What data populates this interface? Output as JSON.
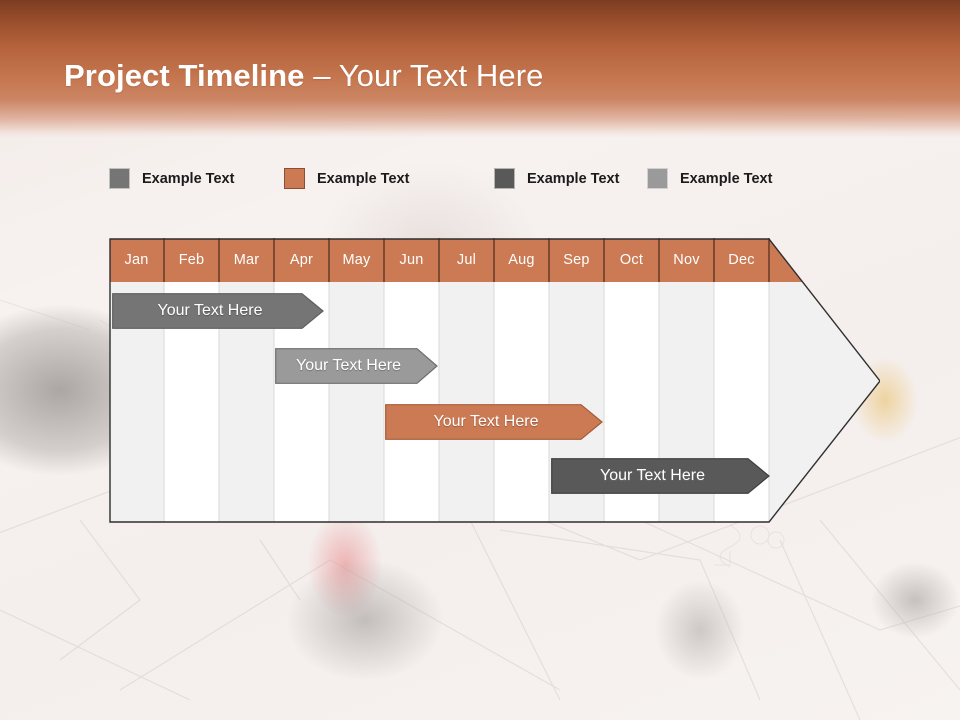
{
  "slide": {
    "title_strong": "Project Timeline",
    "title_light": " – Your Text Here",
    "banner_color_top": "#7c3c22",
    "banner_color_bottom": "#cb8564",
    "accent_orange": "#cc7a54"
  },
  "legend": {
    "items": [
      {
        "label": "Example Text",
        "color": "#757575"
      },
      {
        "label": "Example Text",
        "color": "#cc7a54"
      },
      {
        "label": "Example Text",
        "color": "#595959"
      },
      {
        "label": "Example Text",
        "color": "#9a9a9a"
      }
    ]
  },
  "chart_data": {
    "type": "bar",
    "title": "Project Timeline",
    "xlabel": "",
    "ylabel": "",
    "categories": [
      "Jan",
      "Feb",
      "Mar",
      "Apr",
      "May",
      "Jun",
      "Jul",
      "Aug",
      "Sep",
      "Oct",
      "Nov",
      "Dec"
    ],
    "header_fill": "#cc7a54",
    "header_text_color": "#ffffff",
    "column_fill_odd": "#f1f1f1",
    "column_fill_even": "#ffffff",
    "grid": true,
    "legend_position": "top",
    "series": [
      {
        "name": "Your  Text Here",
        "label": "Your  Text Here",
        "start_month": "Jan",
        "end_month": "Mar",
        "start_index": 0,
        "end_index": 3,
        "color": "#757575",
        "border": "#5e5e5e",
        "row": 1
      },
      {
        "name": "Your  Text Here",
        "label": "Your  Text Here",
        "start_month": "Apr",
        "end_month": "Jun",
        "start_index": 3,
        "end_index": 6,
        "color": "#9a9a9a",
        "border": "#6d6d6d",
        "row": 2
      },
      {
        "name": "Your  Text Here",
        "label": "Your  Text Here",
        "start_month": "Jun",
        "end_month": "Sep",
        "start_index": 5,
        "end_index": 9,
        "color": "#cc7a54",
        "border": "#a45b38",
        "row": 3
      },
      {
        "name": "Your  Text Here",
        "label": "Your  Text Here",
        "start_month": "Sep",
        "end_month": "Dec",
        "start_index": 8,
        "end_index": 12,
        "color": "#595959",
        "border": "#3f3f3f",
        "row": 4
      }
    ]
  }
}
